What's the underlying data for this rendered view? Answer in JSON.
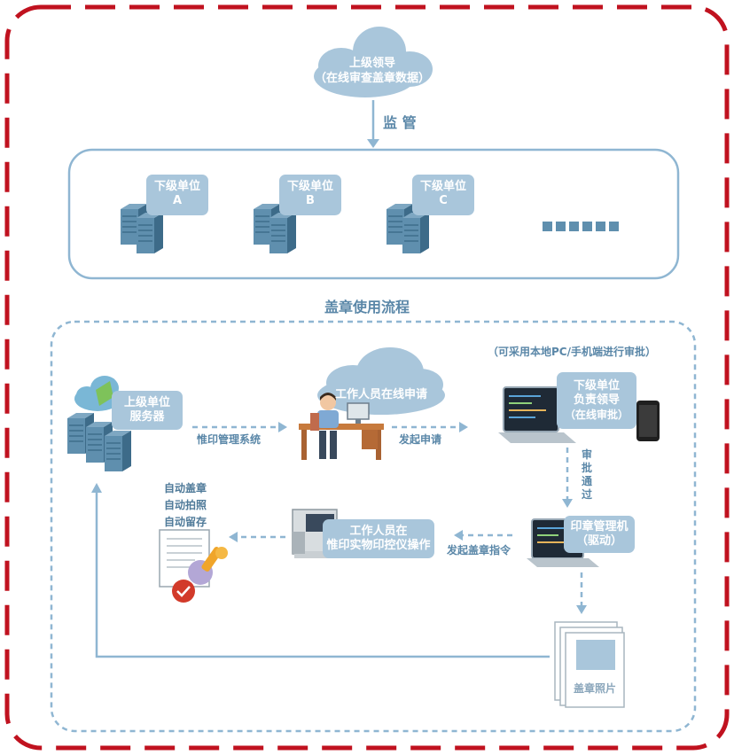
{
  "colors": {
    "frame_red": "#c0121f",
    "cloud_blue": "#a9c6db",
    "line_blue": "#8fb6d2",
    "text_blue": "#5a87a8",
    "server_blue": "#4f7f9e"
  },
  "top": {
    "cloud_title": "上级领导",
    "cloud_subtitle": "（在线审查盖章数据）",
    "arrow_label": "监 管"
  },
  "subunits": [
    {
      "title": "下级单位",
      "letter": "A"
    },
    {
      "title": "下级单位",
      "letter": "B"
    },
    {
      "title": "下级单位",
      "letter": "C"
    }
  ],
  "process": {
    "title": "盖章使用流程",
    "note": "（可采用本地PC/手机端进行审批）",
    "server_label_1": "上级单位",
    "server_label_2": "服务器",
    "system_label": "惟印管理系统",
    "applicant_label": "工作人员在线申请",
    "apply_arrow_label": "发起申请",
    "leader_label_1": "下级单位",
    "leader_label_2": "负责领导",
    "leader_label_3": "（在线审批）",
    "approve_label": "审批通过",
    "machine_label_1": "印章管理机",
    "machine_label_2": "（驱动）",
    "command_label": "发起盖章指令",
    "operator_label_1": "工作人员在",
    "operator_label_2": "惟印实物印控仪操作",
    "auto_1": "自动盖章",
    "auto_2": "自动拍照",
    "auto_3": "自动留存",
    "photo_label": "盖章照片"
  }
}
